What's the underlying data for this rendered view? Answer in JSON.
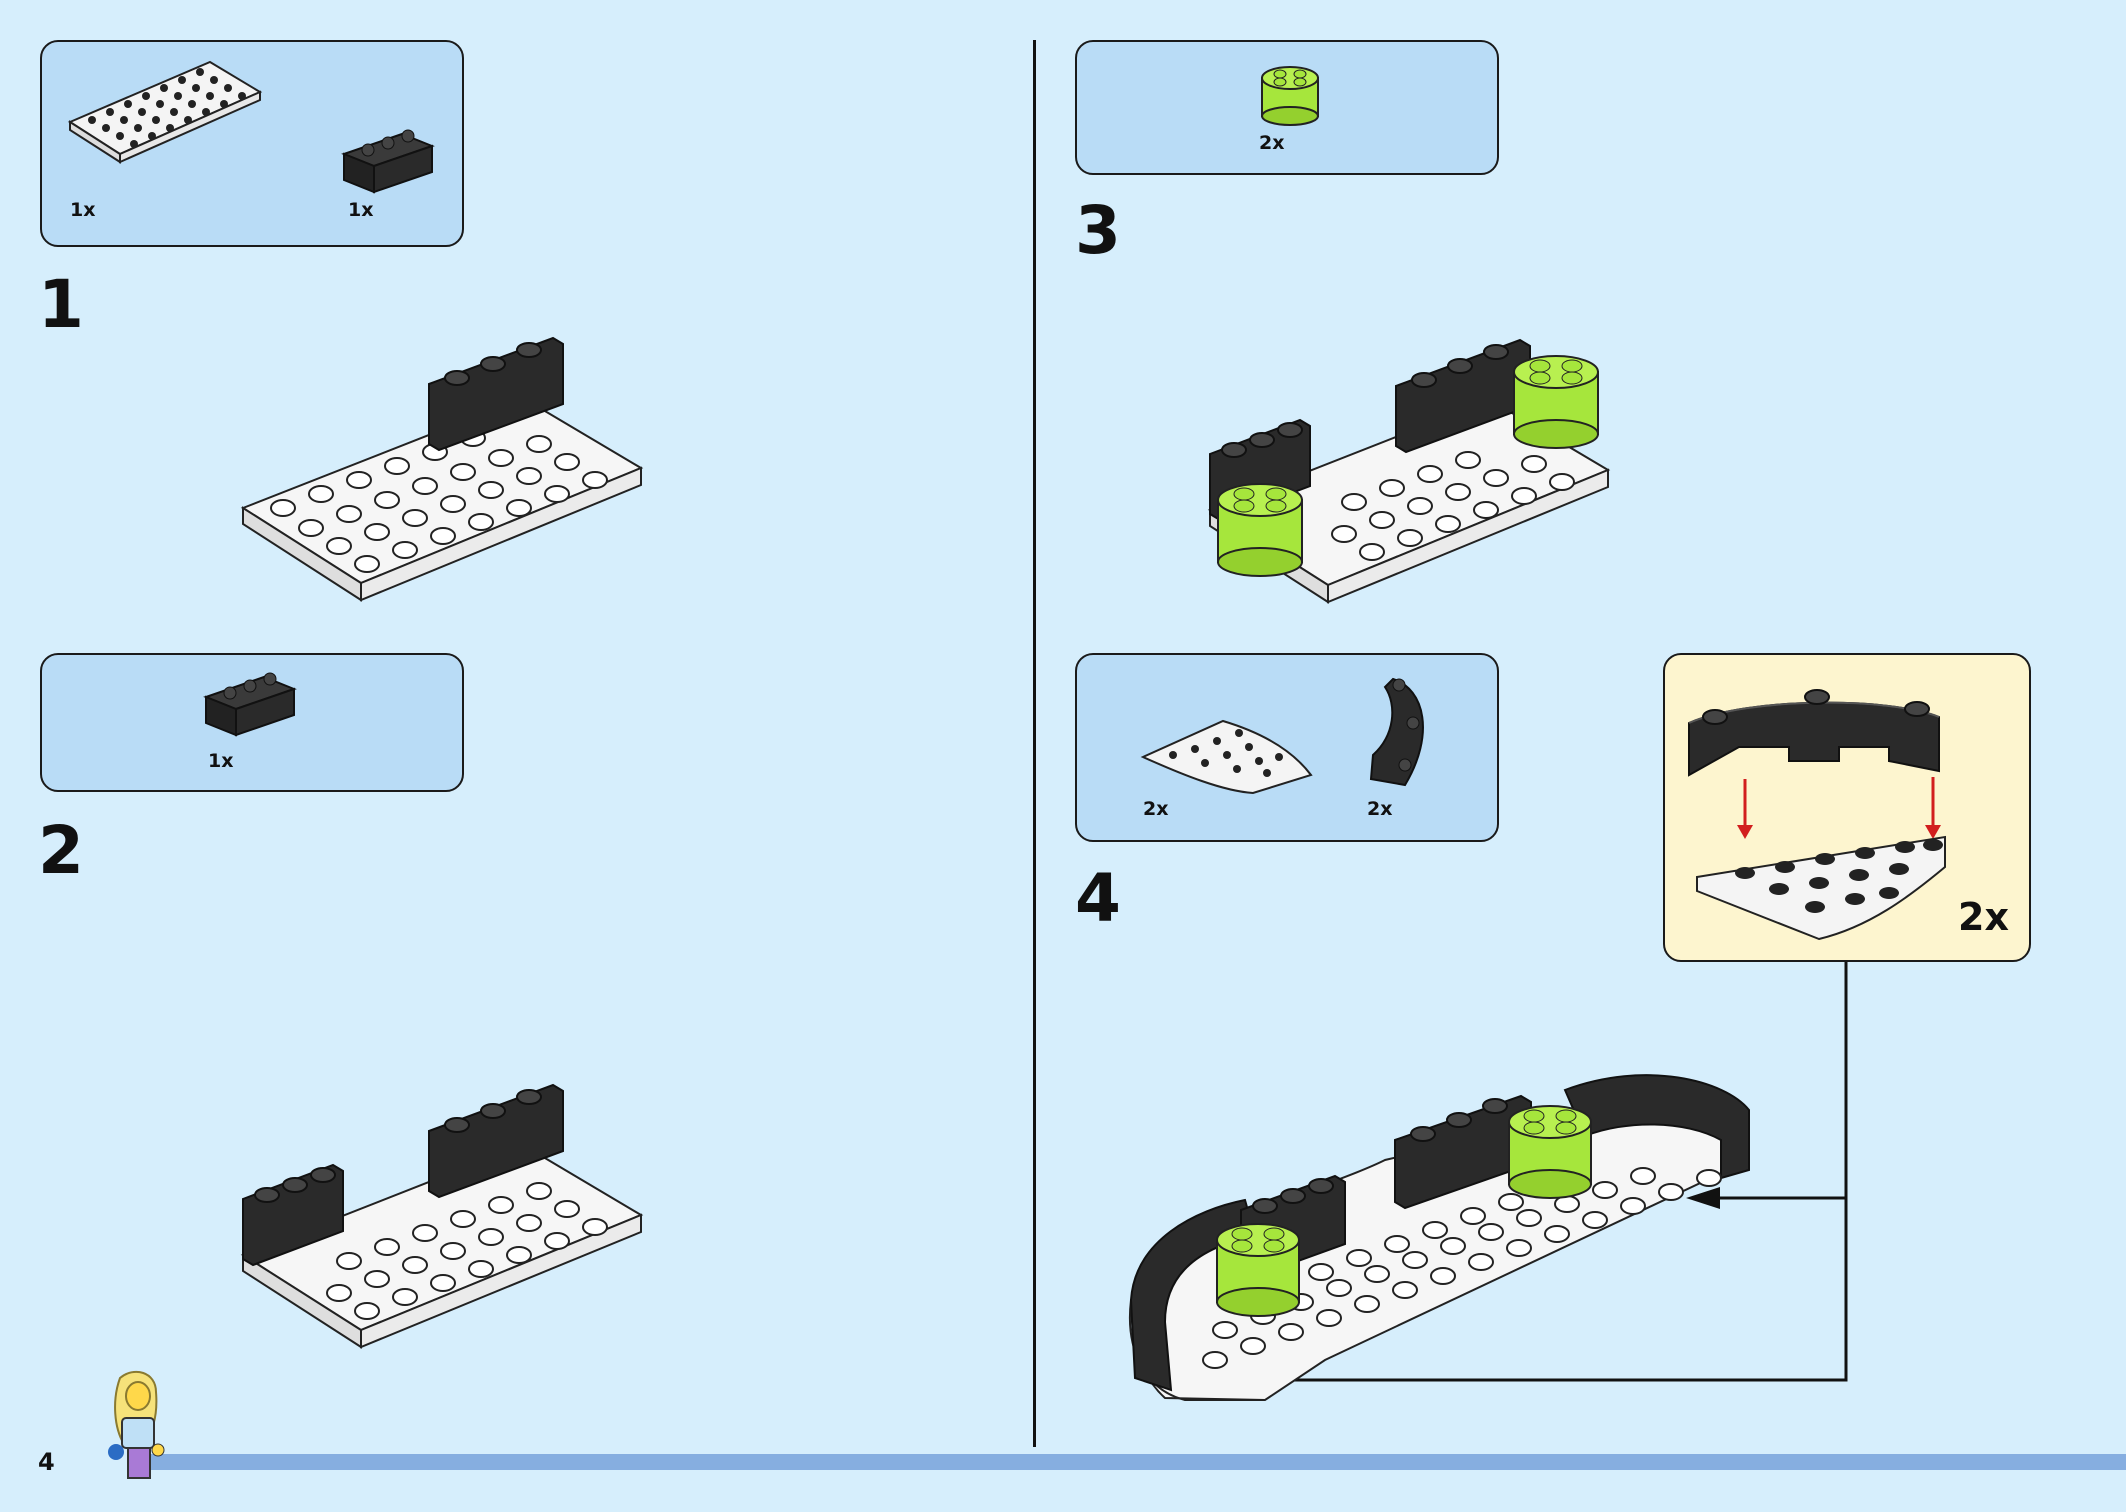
{
  "page": {
    "number": "4"
  },
  "steps": [
    {
      "number": "1",
      "parts": [
        {
          "qty": "1x",
          "name": "white-plate-4x8"
        },
        {
          "qty": "1x",
          "name": "black-brick-1x3"
        }
      ]
    },
    {
      "number": "2",
      "parts": [
        {
          "qty": "1x",
          "name": "black-brick-1x3"
        }
      ]
    },
    {
      "number": "3",
      "parts": [
        {
          "qty": "2x",
          "name": "lime-round-brick-2x2"
        }
      ]
    },
    {
      "number": "4",
      "parts": [
        {
          "qty": "2x",
          "name": "white-quarter-round-plate"
        },
        {
          "qty": "2x",
          "name": "black-curved-brick"
        }
      ],
      "subassembly": {
        "qty": "2x"
      }
    }
  ],
  "colors": {
    "background": "#d6eefc",
    "callout": "#b9dcf6",
    "subassembly": "#fdf5cf",
    "footer": "#86aee0",
    "black_brick": "#2a2a2a",
    "white_plate": "#f4f4f4",
    "lime": "#a6e63c",
    "arrow_red": "#d21e1e"
  }
}
